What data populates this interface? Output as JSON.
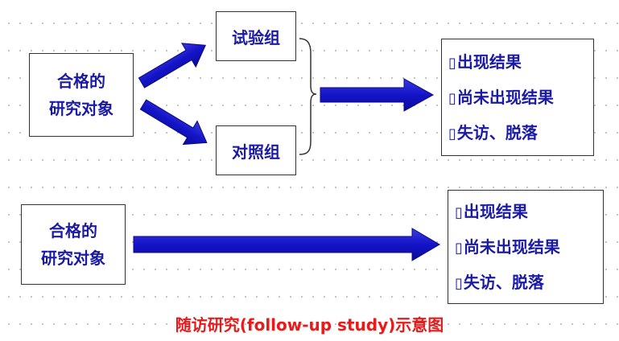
{
  "top": {
    "subject_lines": [
      "合格的",
      "研究对象"
    ],
    "group_experimental": "试验组",
    "group_control": "对照组",
    "outcomes": [
      {
        "bullet": "▯",
        "label": "出现结果"
      },
      {
        "bullet": "▯",
        "label": "尚未出现结果"
      },
      {
        "bullet": "▯",
        "label": "失访、脱落"
      }
    ]
  },
  "bottom": {
    "subject_lines": [
      "合格的",
      "研究对象"
    ],
    "outcomes": [
      {
        "bullet": "▯",
        "label": "出现结果"
      },
      {
        "bullet": "▯",
        "label": "尚未出现结果"
      },
      {
        "bullet": "▯",
        "label": "失访、脱落"
      }
    ]
  },
  "caption": "随访研究(follow-up study)示意图",
  "colors": {
    "arrow_fill": "#1414c8",
    "text_blue": "#1a1aa6",
    "caption_red": "#e81a1a"
  }
}
